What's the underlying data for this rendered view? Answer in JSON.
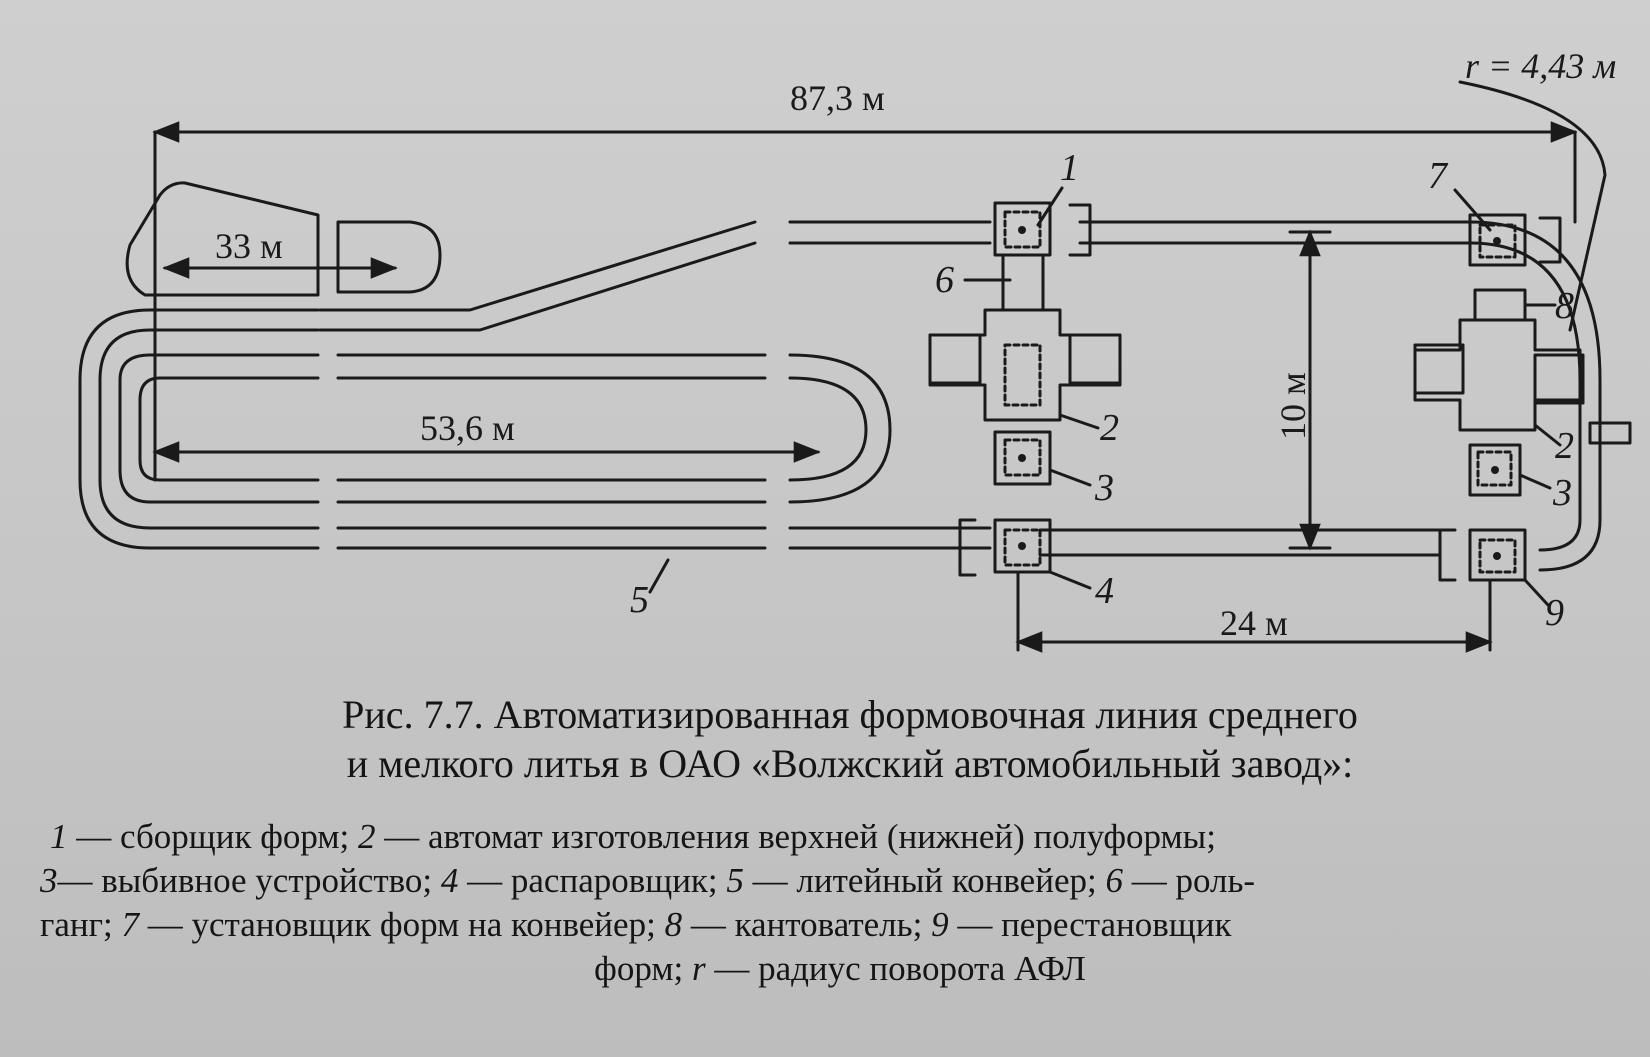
{
  "dimensions": {
    "overall_length": "87,3 м",
    "radius": "r = 4,43 м",
    "left_loop_width": "33 м",
    "inner_loop_length": "53,6 м",
    "vertical_spacing": "10 м",
    "horizontal_spacing": "24 м"
  },
  "callouts": {
    "c1": "1",
    "c2a": "2",
    "c2b": "2",
    "c3a": "3",
    "c3b": "3",
    "c4": "4",
    "c5": "5",
    "c6": "6",
    "c7": "7",
    "c8": "8",
    "c9": "9"
  },
  "caption": {
    "line1": "Рис. 7.7. Автоматизированная формовочная линия среднего",
    "line2": "и мелкого литья в ОАО «Волжский автомобильный завод»:"
  },
  "legend": {
    "k1": "1",
    "t1": " — сборщик форм; ",
    "k2": "2",
    "t2": " — автомат изготовления верхней (нижней) полуформы;",
    "k3": "3",
    "t3": "— выбивное устройство; ",
    "k4": "4",
    "t4": " — распаровщик; ",
    "k5": "5",
    "t5": " — литейный конвейер; ",
    "k6": "6",
    "t6": " — роль-",
    "t6b": "ганг; ",
    "k7": "7",
    "t7": " — установщик форм на конвейер; ",
    "k8": "8",
    "t8": " — кантователь; ",
    "k9": "9",
    "t9": " — перестановщик",
    "t9b": "форм; ",
    "kr": "r",
    "tr": " — радиус поворота АФЛ"
  }
}
